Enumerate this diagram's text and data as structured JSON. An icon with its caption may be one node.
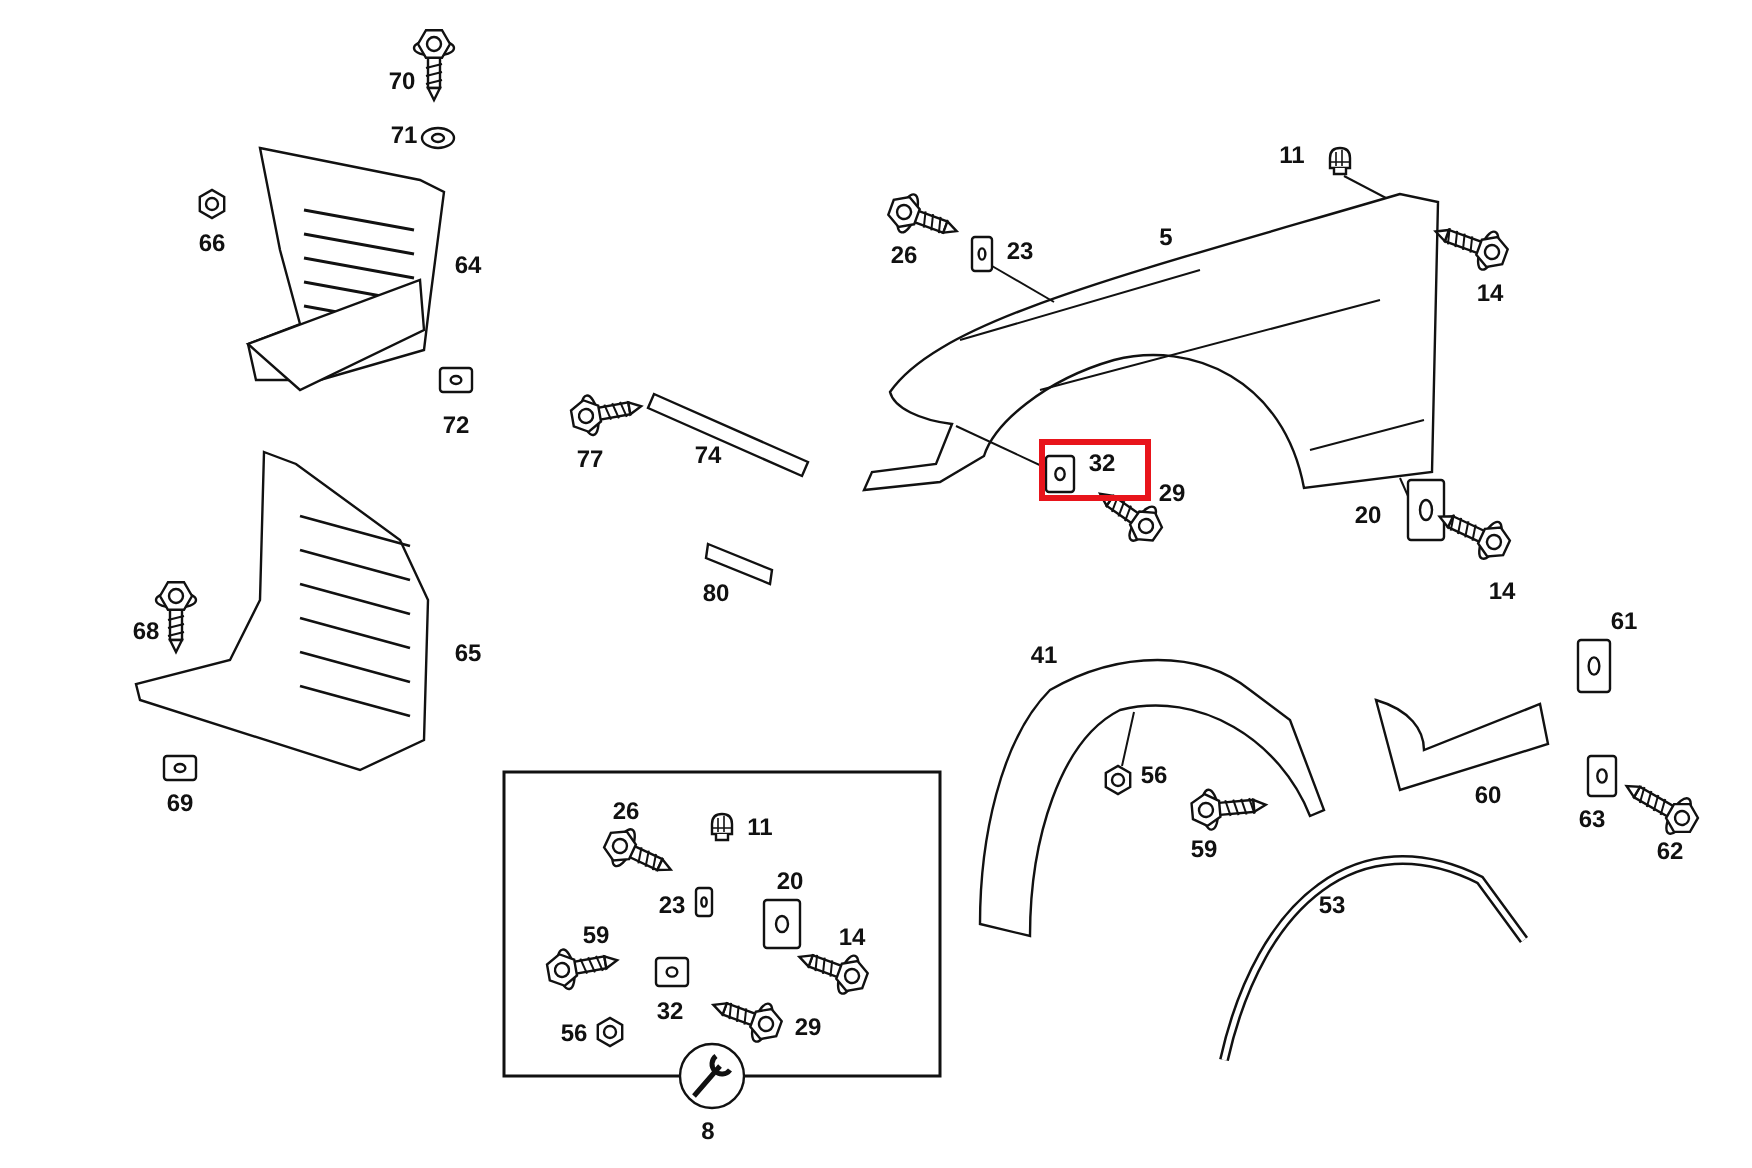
{
  "diagram": {
    "nodes": [
      {
        "text": [],
        "shape": "picture"
      },
      {
        "text": [],
        "shape": "picture"
      },
      {
        "text": [],
        "shape": "picture"
      },
      {
        "text": [],
        "shape": "picture"
      },
      {
        "text": [],
        "shape": "picture"
      },
      {
        "text": [],
        "shape": "picture"
      },
      {
        "text": [],
        "shape": "picture"
      }
    ],
    "edges": [
      {
        "from": 0,
        "to": 2,
        "arrow": "none"
      },
      {
        "from": 1,
        "to": 2,
        "arrow": "none"
      },
      {
        "from": 3,
        "to": 2,
        "arrow": "none"
      },
      {
        "from": 4,
        "to": 2,
        "arrow": "none"
      },
      {
        "from": 6,
        "to": 5,
        "arrow": "none"
      }
    ],
    "labels": [
      "70",
      "71",
      "11",
      "66",
      "26",
      "23",
      "5",
      "64",
      "14",
      "72",
      "77",
      "74",
      "32",
      "29",
      "20",
      "14",
      "80",
      "68",
      "61",
      "65",
      "41",
      "56",
      "60",
      "63",
      "69",
      "26",
      "11",
      "59",
      "62",
      "23",
      "20",
      "14",
      "53",
      "59",
      "32",
      "29",
      "56",
      "8"
    ]
  }
}
